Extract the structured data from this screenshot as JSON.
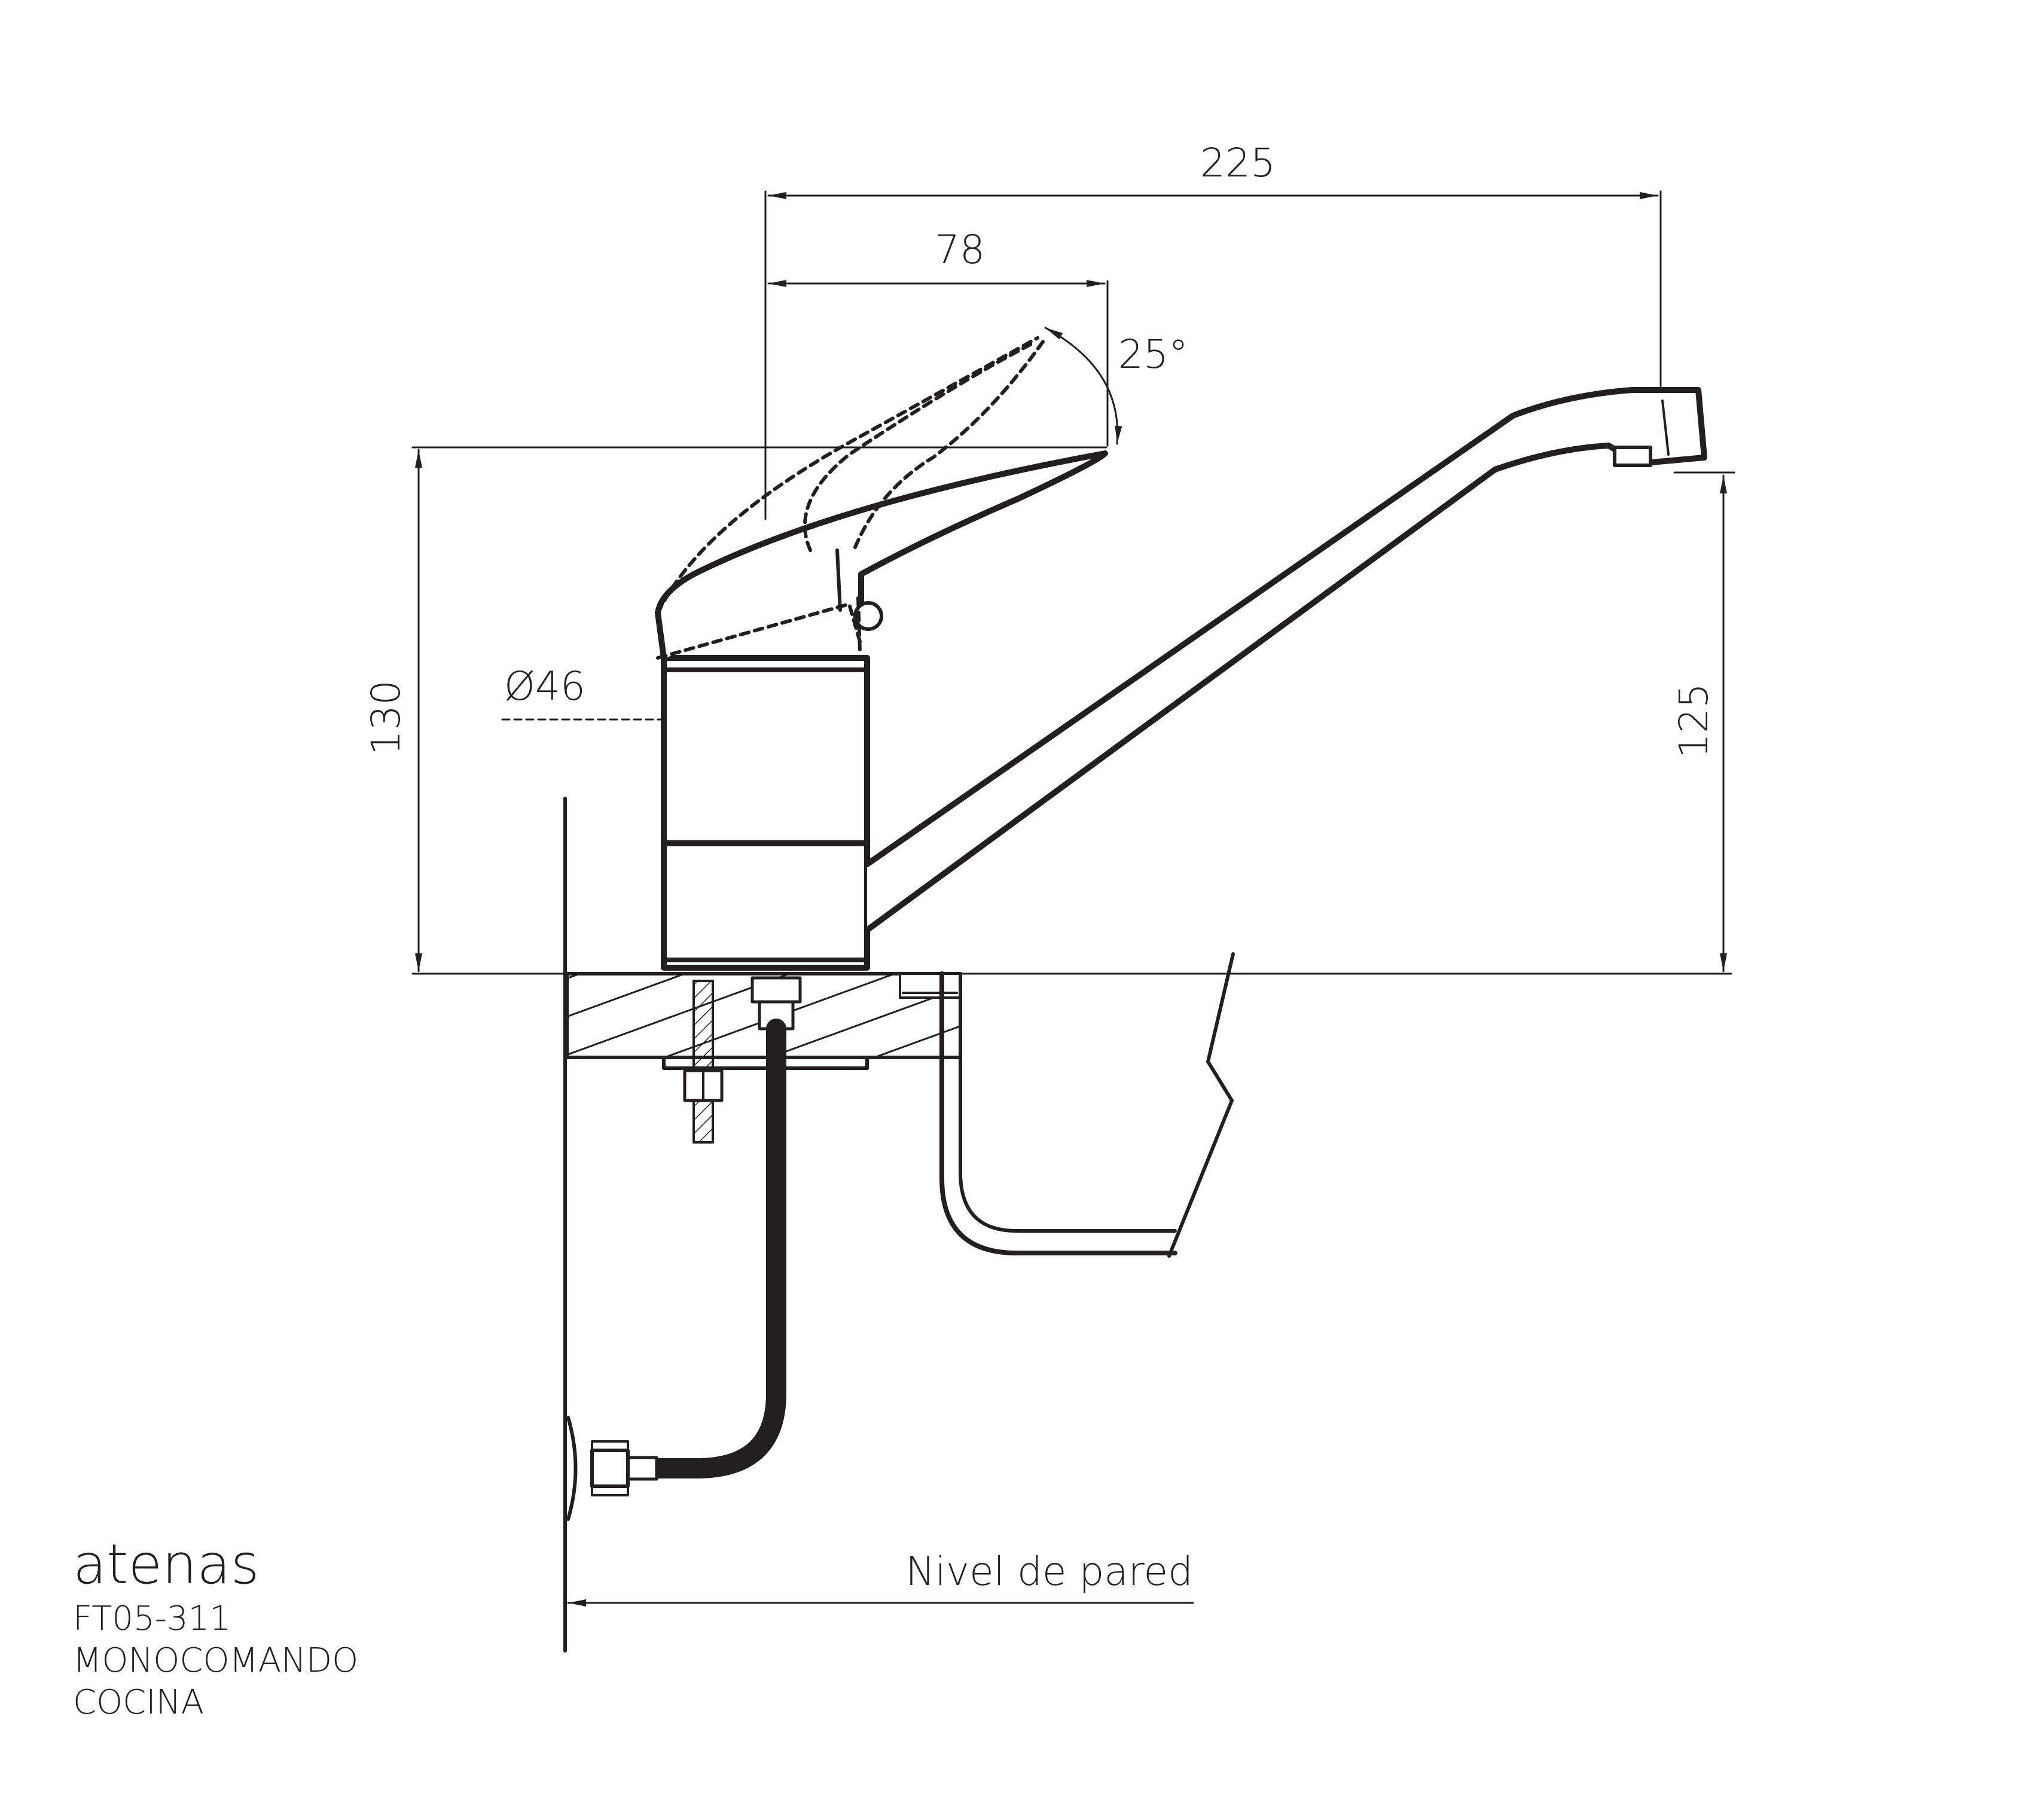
{
  "dimensions": {
    "total_reach": "225",
    "handle_reach": "78",
    "handle_angle": "25°",
    "total_height": "130",
    "spout_height": "125",
    "body_diameter": "Ø46"
  },
  "labels": {
    "wall_level": "Nivel de pared"
  },
  "title_block": {
    "series": "atenas",
    "code": "FT05-311",
    "type": "MONOCOMANDO",
    "use": "COCINA"
  },
  "colors": {
    "line": "#231f20",
    "background": "#ffffff"
  }
}
